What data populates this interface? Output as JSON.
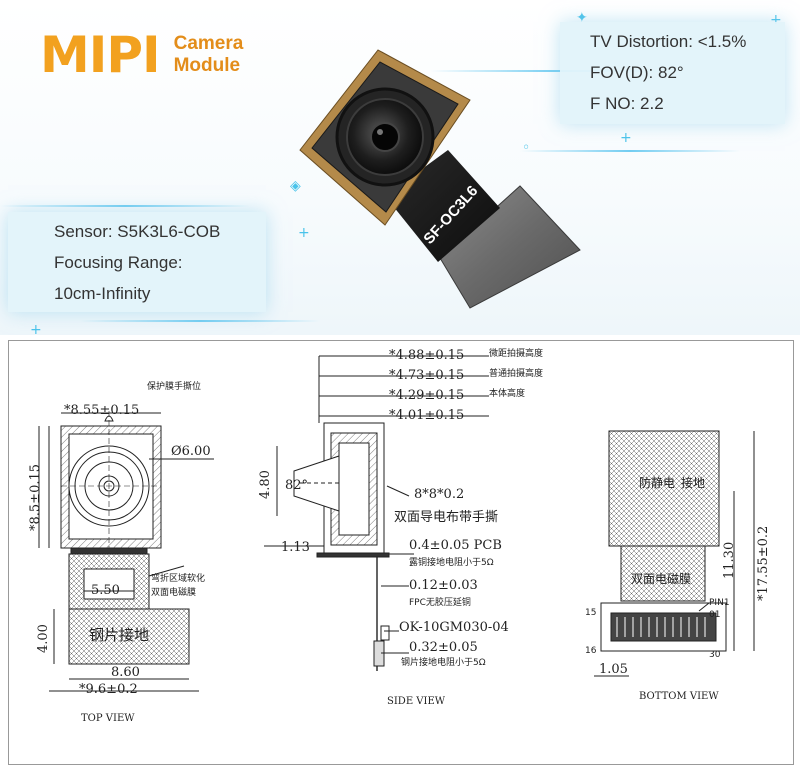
{
  "header": {
    "brand": "MIPI",
    "subtitle_line1": "Camera",
    "subtitle_line2": "Module"
  },
  "specs_right": [
    "TV Distortion: <1.5%",
    "FOV(D): 82°",
    "F NO: 2.2"
  ],
  "specs_left": [
    "Sensor: S5K3L6-COB",
    "Focusing Range:",
    "10cm-Infinity"
  ],
  "module_label": "SF-OC3L6",
  "top_view": {
    "label": "TOP VIEW",
    "note_protect": "保护膜手撕位",
    "dim_top": "*8.55±0.15",
    "dim_diameter": "Ø6.00",
    "dim_height": "*8.5±0.15",
    "note_bend": "弯折区域软化",
    "note_emi": "双面电磁膜",
    "dim_550": "5.50",
    "dim_400": "4.00",
    "steel_label": "钢片接地",
    "dim_860": "8.60",
    "dim_width": "*9.6±0.2"
  },
  "side_view": {
    "label": "SIDE VIEW",
    "dims": [
      {
        "value": "*4.88±0.15",
        "note": "微距拍摄高度"
      },
      {
        "value": "*4.73±0.15",
        "note": "普通拍摄高度"
      },
      {
        "value": "*4.29±0.15",
        "note": "本体高度"
      },
      {
        "value": "*4.01±0.15",
        "note": ""
      }
    ],
    "dim_480": "4.80",
    "fov": "82°",
    "tape_size": "8*8*0.2",
    "tape_note": "双面导电布带手撕",
    "dim_113": "1.13",
    "pcb": "0.4±0.05 PCB",
    "pcb_note": "露铜接地电阻小于5Ω",
    "fpc": "0.12±0.03",
    "fpc_note": "FPC无胶压延铜",
    "connector": "OK-10GM030-04",
    "steel": "0.32±0.05",
    "steel_note": "钢片接地电阻小于5Ω"
  },
  "bottom_view": {
    "label": "BOTTOM VIEW",
    "label_mat": "防静电",
    "label_ground": "接地",
    "emi_label": "双面电磁膜",
    "pin1": "PIN1",
    "pin_15": "15",
    "pin_01": "01",
    "pin_16": "16",
    "pin_30": "30",
    "dim_1130": "11.30",
    "dim_total": "*17.55±0.2",
    "dim_105": "1.05"
  },
  "colors": {
    "brand_orange": "#f2a11f",
    "spec_bg": "#e2f3fa",
    "glow": "#49c3ea",
    "line": "#222222"
  }
}
